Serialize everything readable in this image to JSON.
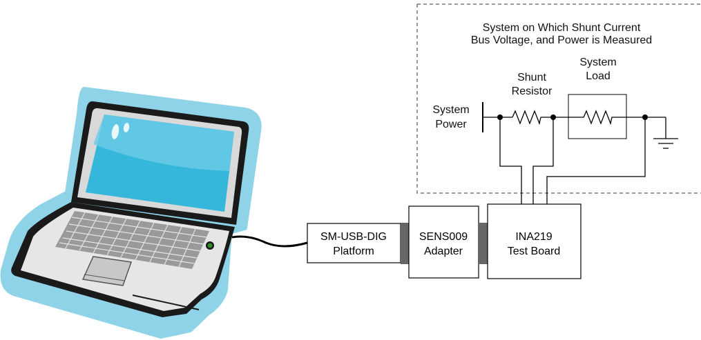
{
  "system_box": {
    "title_line1": "System on Which Shunt Current",
    "title_line2": "Bus Voltage, and Power is Measured"
  },
  "labels": {
    "system_power_line1": "System",
    "system_power_line2": "Power",
    "shunt_resistor_line1": "Shunt",
    "shunt_resistor_line2": "Resistor",
    "system_load_line1": "System",
    "system_load_line2": "Load"
  },
  "blocks": {
    "platform_line1": "SM-USB-DIG",
    "platform_line2": "Platform",
    "adapter_line1": "SENS009",
    "adapter_line2": "Adapter",
    "test_board_line1": "INA219",
    "test_board_line2": "Test Board"
  },
  "colors": {
    "laptop_glow": "#8fd3e8",
    "laptop_screen": "#35b7dc",
    "laptop_body": "#e6e6e6",
    "connector": "#666666",
    "power_led": "#2e8b2e"
  }
}
